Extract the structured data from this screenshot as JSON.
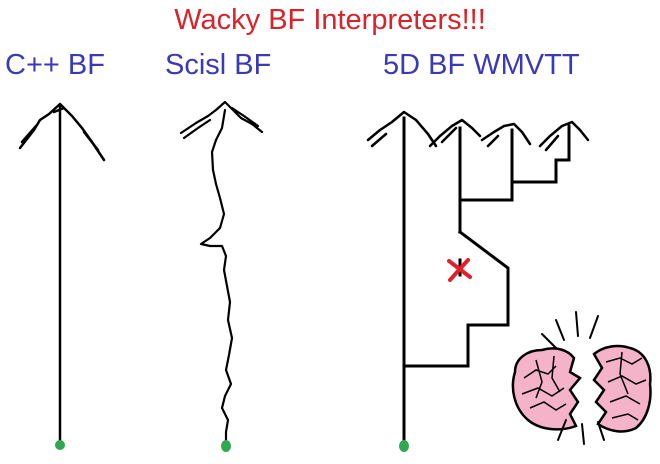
{
  "title": "Wacky BF Interpreters!!!",
  "columns": [
    {
      "label": "C++ BF"
    },
    {
      "label": "Scisl BF"
    },
    {
      "label": "5D BF WMVTT"
    }
  ],
  "icons": {
    "crash_marker": "red-x-icon",
    "start_marker": "green-dot-icon",
    "brain": "broken-brain-icon"
  },
  "colors": {
    "title": "#d8232a",
    "labels": "#3a3ab8",
    "lines": "#000000",
    "start_dot": "#2fa84f",
    "crash_x": "#e0202a",
    "brain": "#f4b3c8"
  }
}
